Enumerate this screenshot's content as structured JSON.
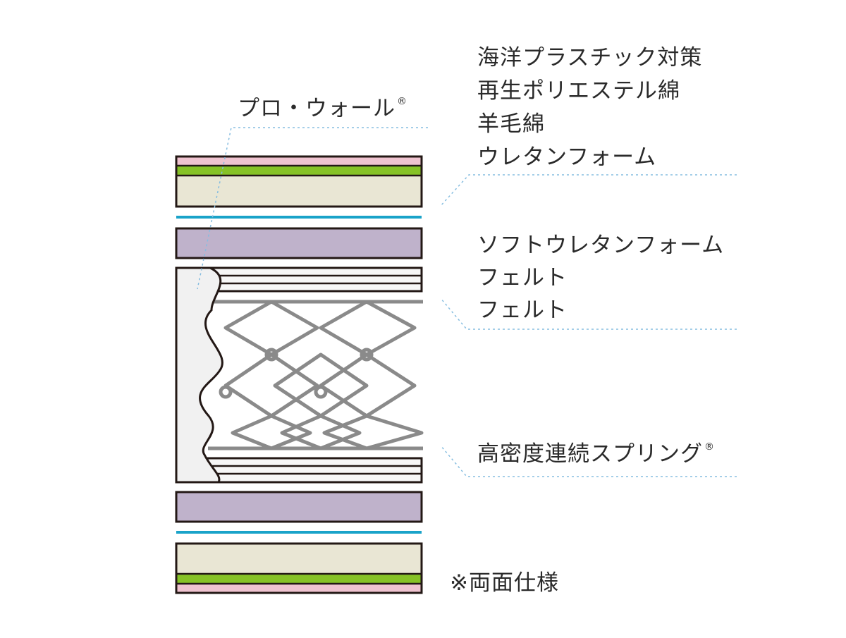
{
  "labels": {
    "pro_wall": "プロ・ウォール",
    "pro_wall_mark": "®",
    "top_group": [
      "海洋プラスチック対策",
      "再生ポリエステル綿",
      "羊毛綿",
      "ウレタンフォーム"
    ],
    "middle_group": [
      "ソフトウレタンフォーム",
      "フェルト",
      "フェルト"
    ],
    "spring": "高密度連続スプリング",
    "spring_mark": "®",
    "note": "※両面仕様"
  },
  "colors": {
    "outline": "#231815",
    "pink_layer": "#efc3d0",
    "green_layer": "#86c226",
    "cream_layer": "#e9e6d4",
    "blue_sheet": "#1aa3c9",
    "purple_layer": "#bfb2cb",
    "spring_gray": "#8a8a8a",
    "wall_fill": "#f1f1f1",
    "leader_line": "#86bde0"
  }
}
